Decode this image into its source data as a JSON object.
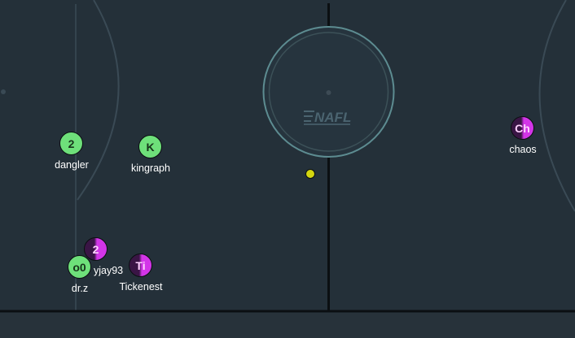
{
  "center_logo": {
    "text": "NAFL",
    "icon": "nafl-logo"
  },
  "puck": {
    "icon": "puck-dot",
    "color": "#d4d60f"
  },
  "team_colors": {
    "green": "#6ee07a",
    "purple": "#d335e8"
  },
  "players": [
    {
      "id": "dangler",
      "badge": "2",
      "name": "dangler",
      "team": "green"
    },
    {
      "id": "kingraph",
      "badge": "K",
      "name": "kingraph",
      "team": "green"
    },
    {
      "id": "chaos",
      "badge": "Ch",
      "name": "chaos",
      "team": "purple"
    },
    {
      "id": "yjay93",
      "badge": "2",
      "name": "yjay93",
      "team": "purple"
    },
    {
      "id": "dr-z",
      "badge": "o0",
      "name": "dr.z",
      "team": "green"
    },
    {
      "id": "tickenest",
      "badge": "Ti",
      "name": "Tickenest",
      "team": "purple"
    }
  ]
}
